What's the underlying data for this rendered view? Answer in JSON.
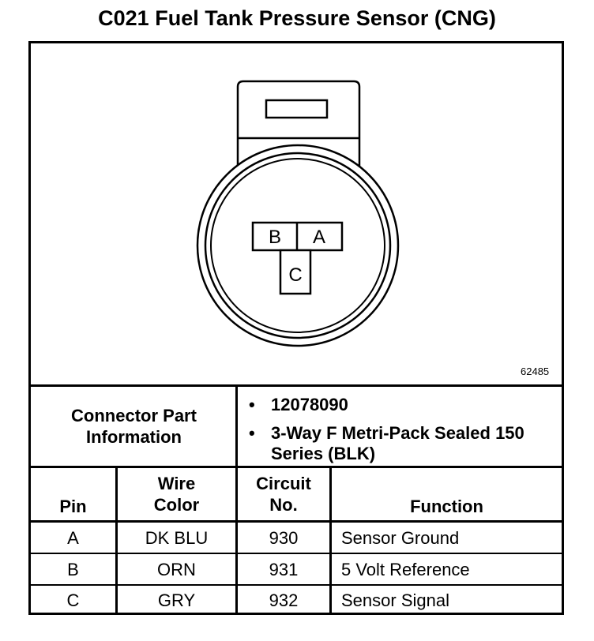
{
  "title": "C021 Fuel Tank Pressure Sensor (CNG)",
  "figure_id": "62485",
  "connector_face": {
    "pins": [
      {
        "label": "A"
      },
      {
        "label": "B"
      },
      {
        "label": "C"
      }
    ]
  },
  "part_info": {
    "label": "Connector Part Information",
    "items": [
      "12078090",
      "3-Way F Metri-Pack Sealed 150 Series (BLK)"
    ]
  },
  "table": {
    "headers": {
      "pin": "Pin",
      "wire_color": "Wire Color",
      "circuit_no": "Circuit No.",
      "function": "Function"
    },
    "rows": [
      {
        "pin": "A",
        "wire_color": "DK BLU",
        "circuit_no": "930",
        "function": "Sensor Ground"
      },
      {
        "pin": "B",
        "wire_color": "ORN",
        "circuit_no": "931",
        "function": "5 Volt Reference"
      },
      {
        "pin": "C",
        "wire_color": "GRY",
        "circuit_no": "932",
        "function": "Sensor Signal"
      }
    ]
  }
}
